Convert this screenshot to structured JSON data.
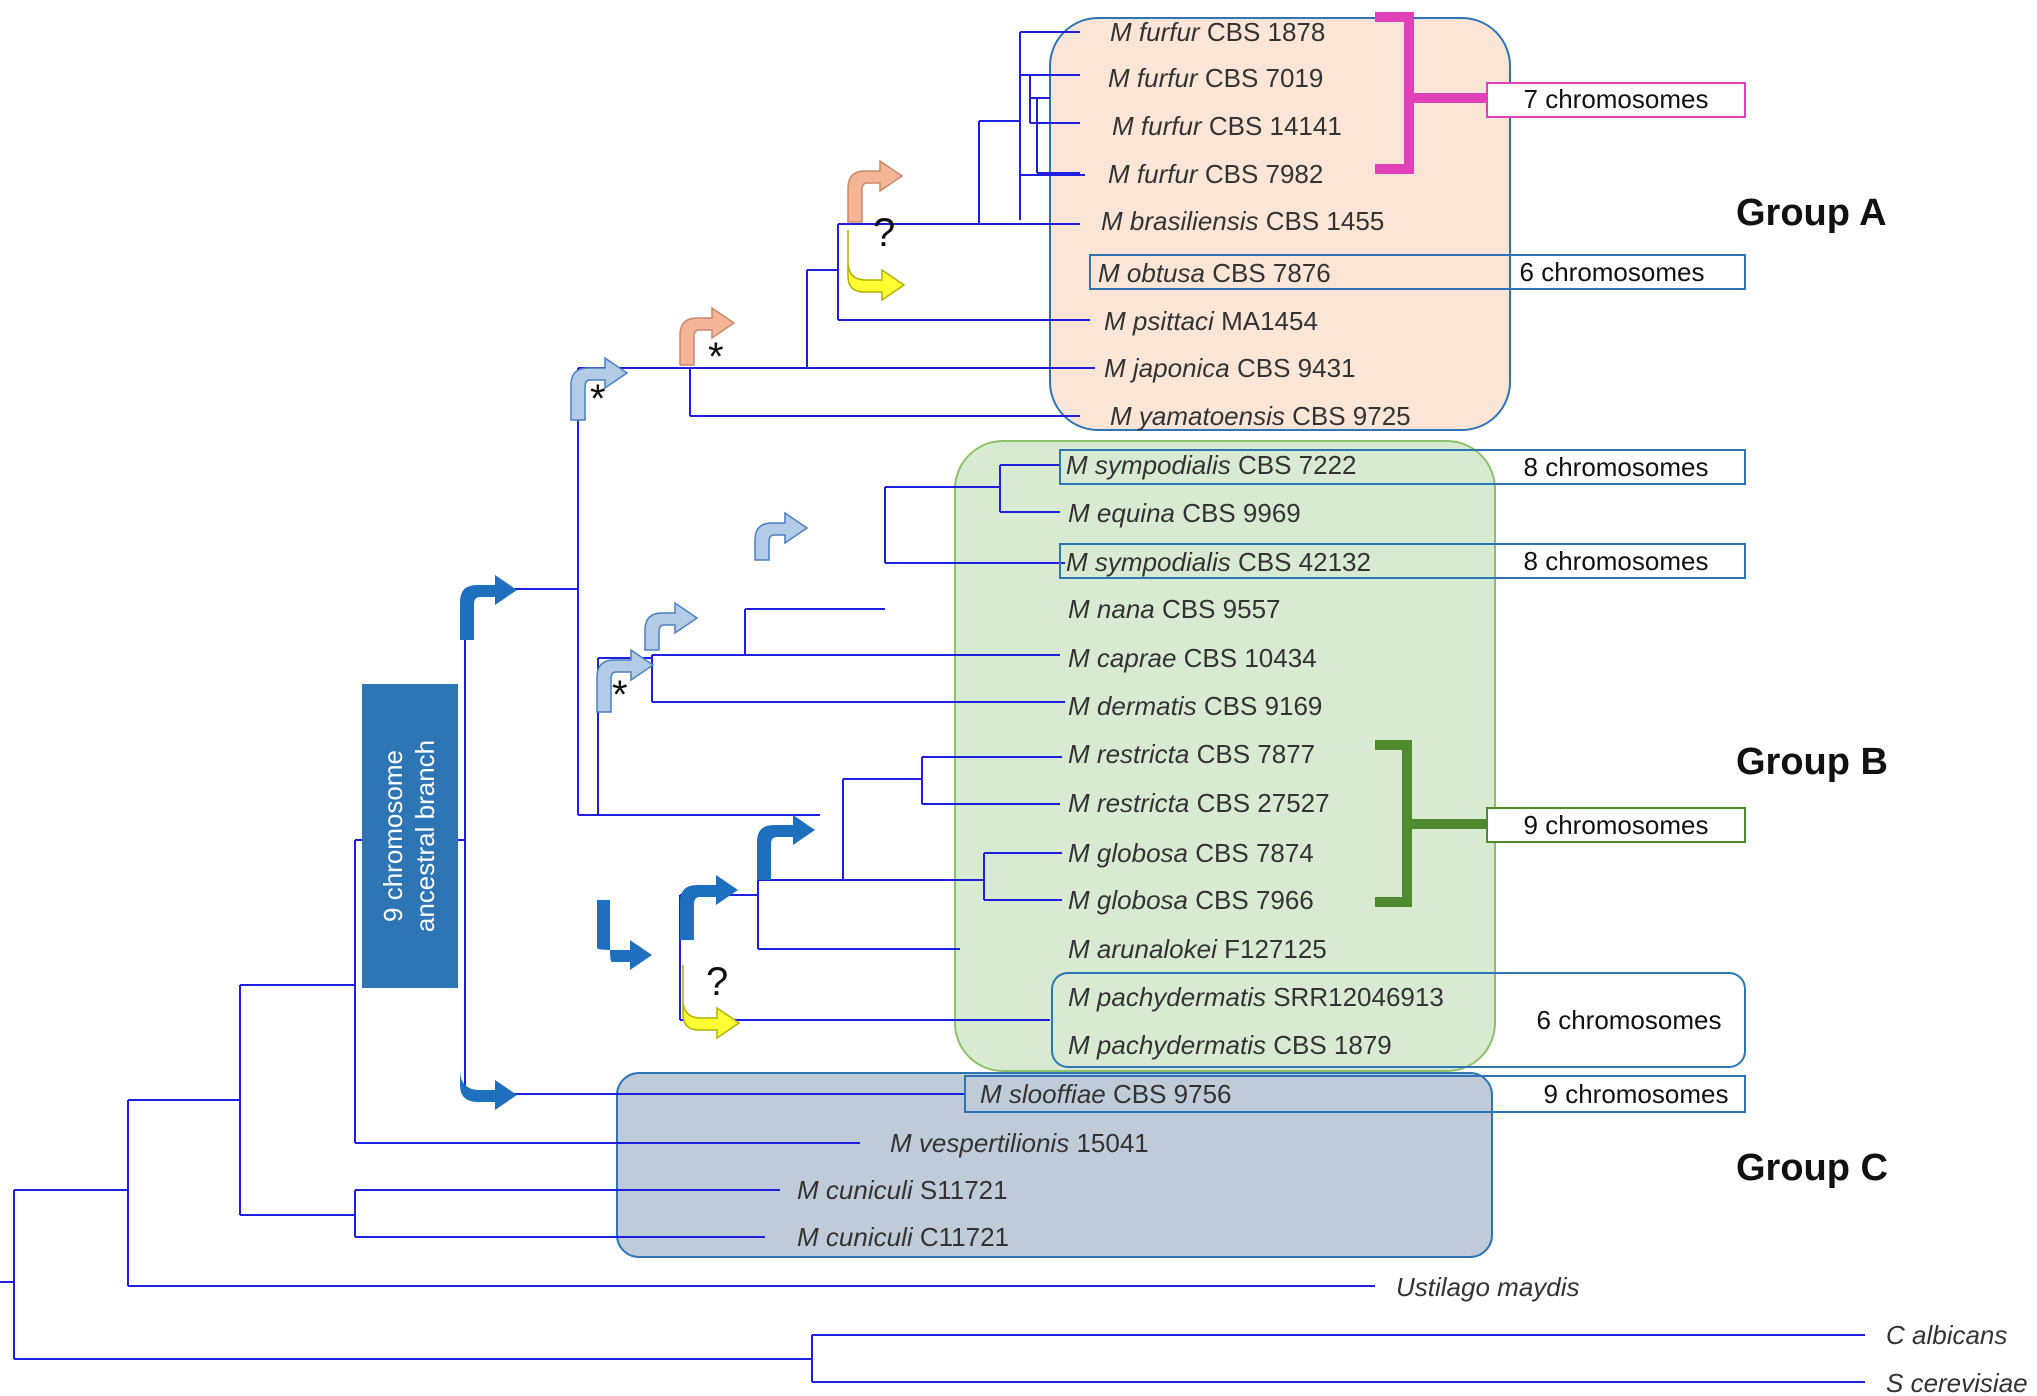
{
  "colors": {
    "tree": "#1f1fe0",
    "group_a_fill": "#fbe5d6",
    "group_a_stroke": "#2e75b6",
    "group_b_fill": "#d9ead3",
    "group_b_stroke": "#8cc06a",
    "group_c_fill": "#bfcbd8",
    "group_c_stroke": "#2e75b6",
    "magenta": "#e040b8",
    "green": "#4f8a2e",
    "dark_blue_arrow": "#1f6fbf",
    "light_blue_arrow": "#b4cbe8",
    "peach_arrow": "#f4b496",
    "yellow_arrow": "#ffff33",
    "ancestral_box": "#2e75b6"
  },
  "groups": {
    "a": "Group A",
    "b": "Group B",
    "c": "Group C"
  },
  "ancestral_branch": {
    "line1": "9 chromosome",
    "line2": "ancestral branch"
  },
  "markers": {
    "asterisk": "*",
    "question": "?"
  },
  "taxa": [
    {
      "id": "ff1878",
      "genus": "M",
      "species": "furfur",
      "strain": "CBS 1878"
    },
    {
      "id": "ff7019",
      "genus": "M",
      "species": "furfur",
      "strain": "CBS 7019"
    },
    {
      "id": "ff14141",
      "genus": "M",
      "species": "furfur",
      "strain": "CBS 14141"
    },
    {
      "id": "ff7982",
      "genus": "M",
      "species": "furfur",
      "strain": "CBS 7982"
    },
    {
      "id": "bras",
      "genus": "M",
      "species": "brasiliensis",
      "strain": "CBS 1455"
    },
    {
      "id": "obt",
      "genus": "M",
      "species": "obtusa",
      "strain": "CBS 7876"
    },
    {
      "id": "psi",
      "genus": "M",
      "species": "psittaci",
      "strain": "MA1454"
    },
    {
      "id": "jap",
      "genus": "M",
      "species": "japonica",
      "strain": "CBS 9431"
    },
    {
      "id": "yam",
      "genus": "M",
      "species": "yamatoensis",
      "strain": "CBS 9725"
    },
    {
      "id": "sym7222",
      "genus": "M",
      "species": "sympodialis",
      "strain": "CBS 7222"
    },
    {
      "id": "equ",
      "genus": "M",
      "species": "equina",
      "strain": "CBS 9969"
    },
    {
      "id": "sym42132",
      "genus": "M",
      "species": "sympodialis",
      "strain": "CBS 42132"
    },
    {
      "id": "nana",
      "genus": "M",
      "species": "nana",
      "strain": "CBS 9557"
    },
    {
      "id": "cap",
      "genus": "M",
      "species": "caprae",
      "strain": "CBS 10434"
    },
    {
      "id": "derm",
      "genus": "M",
      "species": "dermatis",
      "strain": "CBS 9169"
    },
    {
      "id": "res7877",
      "genus": "M",
      "species": "restricta",
      "strain": "CBS 7877"
    },
    {
      "id": "res27527",
      "genus": "M",
      "species": "restricta",
      "strain": "CBS 27527"
    },
    {
      "id": "glo7874",
      "genus": "M",
      "species": "globosa",
      "strain": "CBS 7874"
    },
    {
      "id": "glo7966",
      "genus": "M",
      "species": "globosa",
      "strain": "CBS 7966"
    },
    {
      "id": "aru",
      "genus": "M",
      "species": "arunalokei",
      "strain": "F127125"
    },
    {
      "id": "pac1",
      "genus": "M",
      "species": "pachydermatis",
      "strain": "SRR12046913"
    },
    {
      "id": "pac2",
      "genus": "M",
      "species": "pachydermatis",
      "strain": "CBS 1879"
    },
    {
      "id": "slo",
      "genus": "M",
      "species": "slooffiae",
      "strain": "CBS 9756"
    },
    {
      "id": "ves",
      "genus": "M",
      "species": "vespertilionis",
      "strain": "15041"
    },
    {
      "id": "cun1",
      "genus": "M",
      "species": "cuniculi",
      "strain": "S11721"
    },
    {
      "id": "cun2",
      "genus": "M",
      "species": "cuniculi",
      "strain": "C11721"
    },
    {
      "id": "ust",
      "genus": "",
      "species": "Ustilago maydis",
      "strain": ""
    },
    {
      "id": "calb",
      "genus": "",
      "species": "C albicans",
      "strain": ""
    },
    {
      "id": "scer",
      "genus": "",
      "species": "S cerevisiae",
      "strain": ""
    }
  ],
  "chromosome_tags": [
    {
      "id": "furfur7",
      "text": "7 chromosomes",
      "color": "magenta"
    },
    {
      "id": "obtusa6",
      "text": "6 chromosomes",
      "color": "blue"
    },
    {
      "id": "sym8a",
      "text": "8 chromosomes",
      "color": "blue"
    },
    {
      "id": "sym8b",
      "text": "8 chromosomes",
      "color": "blue"
    },
    {
      "id": "restglo9",
      "text": "9 chromosomes",
      "color": "green"
    },
    {
      "id": "pachy6",
      "text": "6 chromosomes",
      "color": "blue"
    },
    {
      "id": "slo9",
      "text": "9 chromosomes",
      "color": "blue"
    }
  ]
}
